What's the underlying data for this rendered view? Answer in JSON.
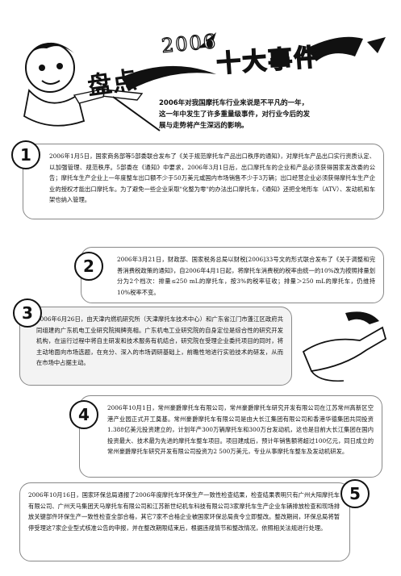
{
  "header": {
    "title_main": "盘点",
    "title_year": "2006",
    "title_sub": "十大事件",
    "intro": "2006年对我国摩托车行业来说是不平凡的一年，这一年中发生了许多重量级事件，对行业今后的发展与走势将产生深远的影响。"
  },
  "events": [
    {
      "number": "1",
      "text": "2006年1月5日，国家商务部等5部委联合发布了《关于规范摩托车产品出口秩序的通知》，对摩托车产品出口实行资质认定、以加强管理、规范秩序。5部委在《通知》中要求，2006年3月1日后，出口摩托车的企业和产品必须获得国家发改委的公告；摩托车生产企业上一年度整车出口额不少于50万美元或国内市场销售不少于3万辆；出口经营企业必须获得摩托车生产企业的授权才能出口摩托车。为了避免一些企业采取\"化整为零\"的办法出口摩托车，《通知》还把全地形车（ATV）、发动机和车架也纳入管理。"
    },
    {
      "number": "2",
      "text": "2006年3月21日，财政部、国家税务总局以财税[2006]33号文的形式联合发布了《关于调整和完善消费税政策的通知》，自2006年4月1日起，将摩托车消费税的税率由统一的10%改为按照排量划分为2个档次：排量≤250 mL的摩托车，按3%的税率征收；排量＞250 mL的摩托车，仍维持10%税率不变。"
    },
    {
      "number": "3",
      "text": "2006年6月26日，由天津内燃机研究所（天津摩托车技术中心）和广东省江门市蓬江区政府共同组建的广东机电工业研究院揭牌亮相。广东机电工业研究院的自身定位是综合性的研究开发机构，在运行过程中将自主研发和技术服务有机结合，研究院在受理企业委托项目的同时，将主动地面向市场选题，在充分、深入的市场调研基础上，前瞻性地进行实验技术的研发，从而在市场中占据主动。"
    },
    {
      "number": "4",
      "text": "2006年10月1日，常州豪爵摩托车有限公司，常州豪爵摩托车研究开发有限公司在江苏常州高新区空港产业园正式开工奠基。常州豪爵摩托车有限公司是由大长江集团有限公司和香港华德集团共同投资1.388亿美元投资建立的，计划年产300万辆摩托车和300万台发动机，这也是目前大长江集团在国内投资最大、技术最为先进的摩托车整车项目。项目建成后，预计年销售额将超过100亿元，同日成立的常州豪爵摩托车研究开发有限公司投资为2 500万美元，专业从事摩托车整车及发动机研发。"
    },
    {
      "number": "5",
      "text": "2006年10月16日，国家环保总局通报了2006年度摩托车环保生产一致性检查结果，检查结果表明只有广州大阳摩托车有限公司、广州天马集团天马摩托车有限公司和江苏新世纪机车科技有限公司3家摩托车生产企业车辆排放检查和现场排放关键部件环保生产一致性检查全部合格，其它7家不合格企业被国家环保总局责令立即整改。整改期间，环保总局将暂停受理这7家企业型式核准公告的申报，并在整改期限结束后，根据违规情节和整改情况，依照相关法规进行处理。"
    }
  ]
}
